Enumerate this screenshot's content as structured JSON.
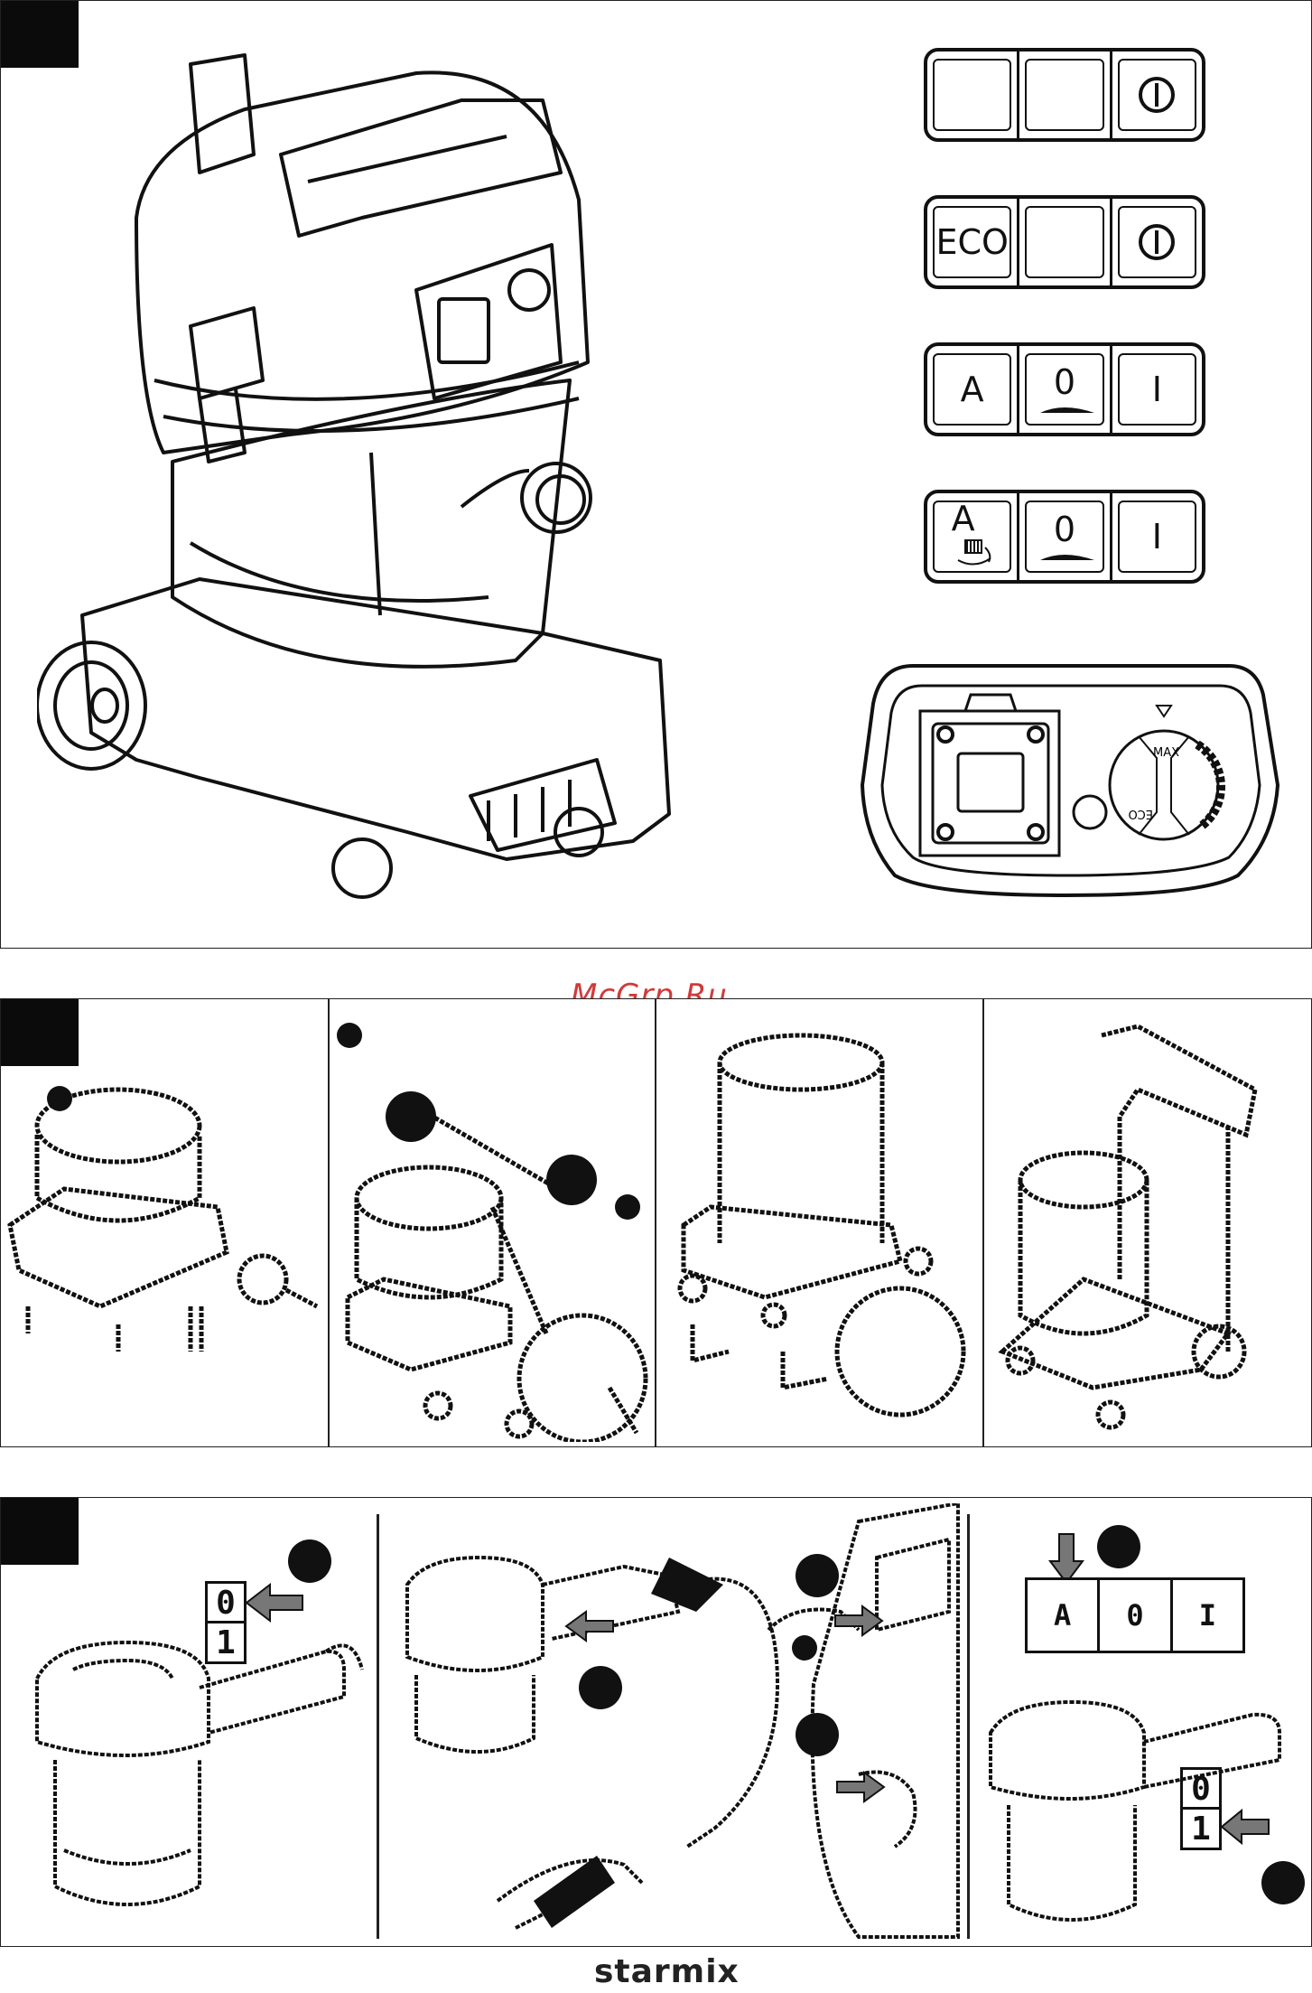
{
  "switches": [
    {
      "left": "",
      "middle": "",
      "right_icon": "power-icon"
    },
    {
      "left": "ECO",
      "middle": "",
      "right_icon": "power-icon"
    },
    {
      "left": "A",
      "middle": "0",
      "right": "I"
    },
    {
      "left": "A",
      "middle": "0",
      "right": "I"
    }
  ],
  "socket_panel": {
    "dial_max": "MAX",
    "dial_eco": "ECO"
  },
  "watermark": "McGrp.Ru",
  "step3": {
    "left_switch": {
      "top": "0",
      "bottom": "1"
    },
    "mode_switch": {
      "a": "A",
      "zero": "0",
      "one": "I"
    },
    "right_switch": {
      "top": "0",
      "bottom": "1"
    }
  },
  "brand": "starmix"
}
